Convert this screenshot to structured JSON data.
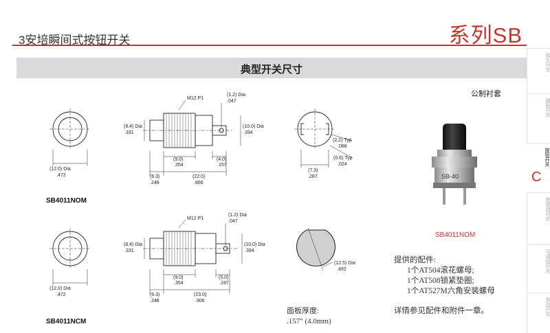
{
  "header": {
    "title": "3安培瞬间式按钮开关",
    "series": "系列SB"
  },
  "band": {
    "title": "典型开关尺寸"
  },
  "parts": {
    "top": {
      "model": "SB4011NOM",
      "thread": "M12 P1",
      "tip_dia": [
        "(1.2) Dia",
        ".047"
      ],
      "body_dia": [
        "(8.4) Dia",
        ".331"
      ],
      "end_dia": [
        "(10.0) Dia",
        ".394"
      ],
      "front_dia": [
        "(12.0) Dia",
        ".472"
      ],
      "dim_a": [
        "(9.0)",
        ".354"
      ],
      "dim_b": [
        "(4.0)",
        ".157"
      ],
      "dim_c": [
        "(6.3)",
        ".248"
      ],
      "dim_d": [
        "(22.0)",
        ".866"
      ],
      "side_typ_a": [
        "(2.2) Typ",
        ".086"
      ],
      "side_typ_b": [
        "(0.6) Typ",
        ".024"
      ],
      "side_dia": [
        "(7.3)",
        ".287"
      ]
    },
    "bottom": {
      "model": "SB4011NCM",
      "thread": "M12 P1",
      "tip_dia": [
        "(1.2) Dia",
        ".047"
      ],
      "body_dia": [
        "(8.4) Dia",
        ".331"
      ],
      "end_dia": [
        "(10.0) Dia",
        ".394"
      ],
      "front_dia": [
        "(12.0) Dia",
        ".472"
      ],
      "dim_a": [
        "(9.0)",
        ".354"
      ],
      "dim_b": [
        "(5.0)",
        ".197"
      ],
      "dim_c": [
        "(6.3)",
        ".248"
      ],
      "dim_d": [
        "(23.0)",
        ".906"
      ],
      "panel_dia": [
        "(12.5) Dia",
        ".492"
      ]
    }
  },
  "metric": {
    "title": "公制衬套"
  },
  "photo": {
    "caption": "SB4011NOM",
    "marking": "SB-40"
  },
  "notes": {
    "heading": "提供的配件:",
    "items": [
      "1个AT504滚花螺母;",
      "1个AT508锁紧垫圈;",
      "1个AT527M六角安装螺母"
    ],
    "tail": "详情参见配件和附件一章。"
  },
  "panel_note": {
    "label": "面板厚度:",
    "value": ".157\" (4.0mm)"
  },
  "tabs": [
    {
      "label": "摇头开关",
      "active": false
    },
    {
      "label": "翘板开关",
      "active": false
    },
    {
      "label": "按钮开关",
      "active": true,
      "marker": "C"
    },
    {
      "label": "按键锁开关",
      "active": false
    },
    {
      "label": "可调钮开关",
      "active": false
    },
    {
      "label": "滑动开关",
      "active": false
    }
  ],
  "colors": {
    "accent": "#c4342b",
    "band": "#d9d9d9"
  }
}
